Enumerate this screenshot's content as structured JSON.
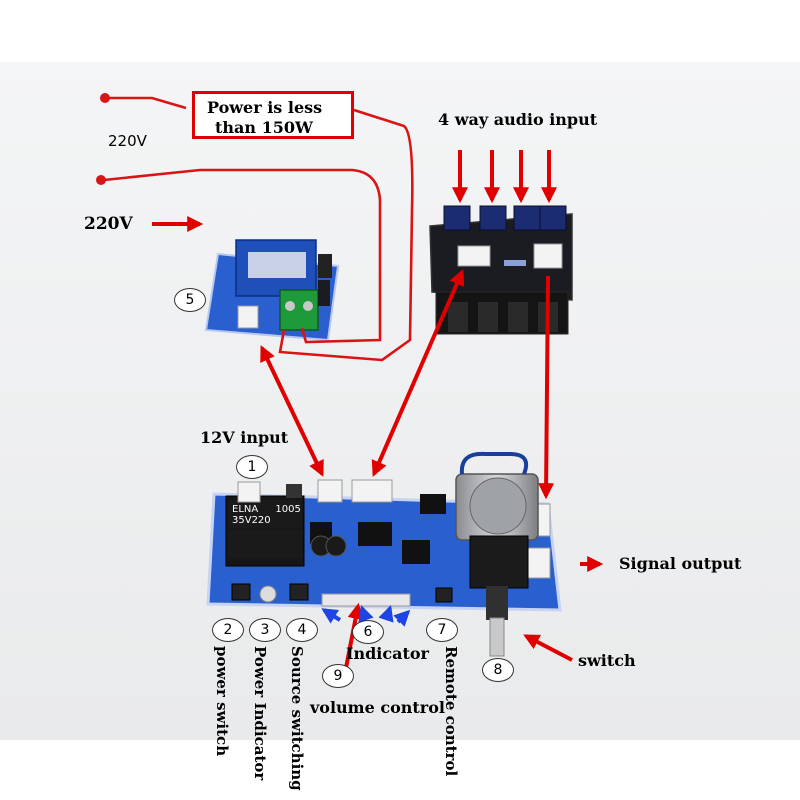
{
  "labels": {
    "power_limit_line1": "Power is less",
    "power_limit_line2": "than 150W",
    "mains_top": "220V",
    "mains_bottom": "220V",
    "audio_input": "4 way audio input",
    "dc_input": "12V input",
    "signal_output": "Signal output",
    "switch": "switch",
    "indicator": "Indicator",
    "volume_control": "volume  control",
    "power_switch": "power switch",
    "power_indicator": "Power Indicator",
    "source_switching": "Source switching",
    "remote_control": "Remote control"
  },
  "callouts": [
    "1",
    "2",
    "3",
    "4",
    "5",
    "6",
    "7",
    "8",
    "9"
  ],
  "components": {
    "capacitor_brand": "ELNA",
    "capacitor_rating": "35V220",
    "capacitor_code": "1005"
  },
  "colors": {
    "arrow_red": "#e00000",
    "wire_red": "#d91414",
    "pcb_blue": "#2a5fd0",
    "pcb_dark": "#1b1b22",
    "relay_blue": "#1f4fb8",
    "terminal_green": "#1f9a3a",
    "indicator_blue": "#1e44e6"
  }
}
